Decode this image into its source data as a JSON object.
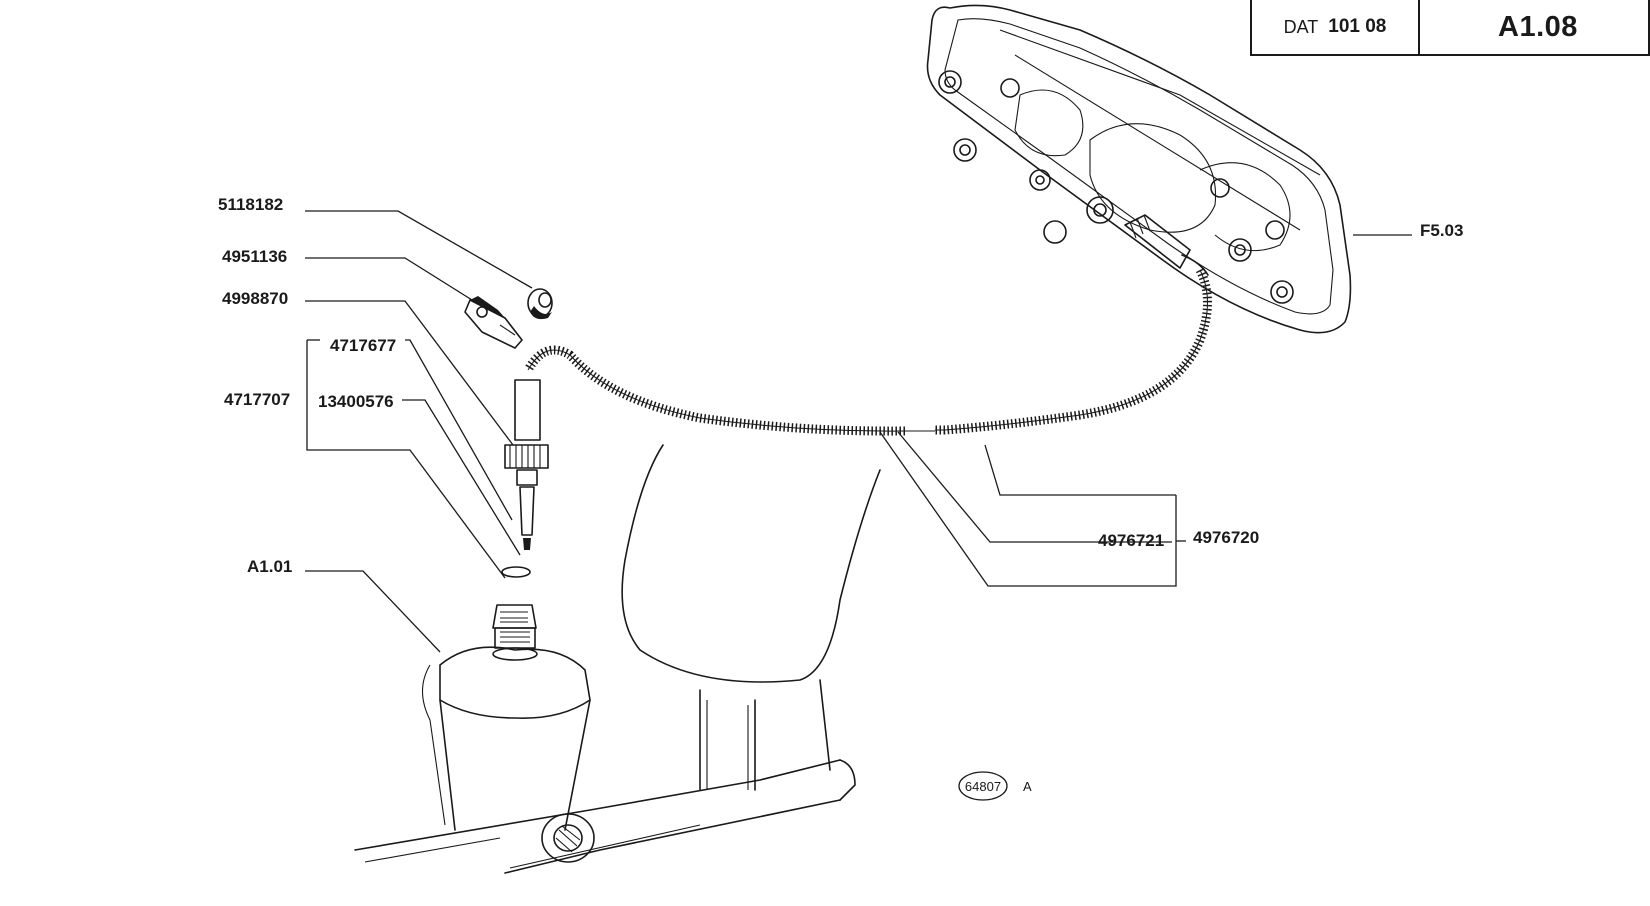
{
  "header": {
    "prefix": "DAT",
    "code": "101 08",
    "page": "A1.08"
  },
  "callouts": {
    "c5118182": "5118182",
    "c4951136": "4951136",
    "c4998870": "4998870",
    "c4717677": "4717677",
    "c4717707": "4717707",
    "c13400576": "13400576",
    "cA101": "A1.01",
    "cF503": "F5.03",
    "c4976721": "4976721",
    "c4976720": "4976720"
  },
  "figure": {
    "number": "64807",
    "suffix": "A"
  }
}
